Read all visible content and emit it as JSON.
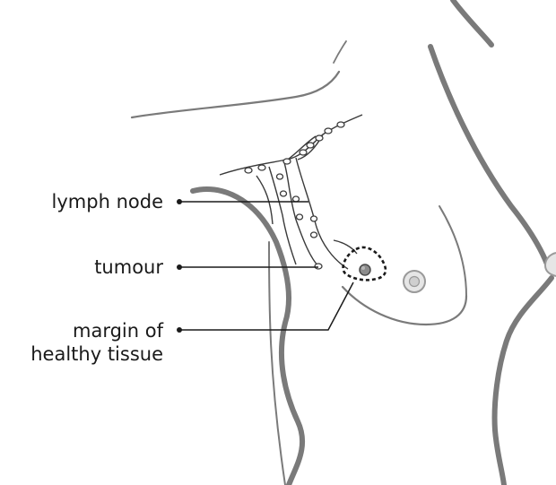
{
  "labels": {
    "lymph_node": "lymph node",
    "tumour": "tumour",
    "margin_line1": "margin of",
    "margin_line2": "healthy tissue"
  },
  "colors": {
    "body_outline": "#7a7a7a",
    "body_outline_light": "#a8a8a8",
    "lymph_vessel": "#3a3a3a",
    "leader_line": "#1a1a1a",
    "margin_dash": "#1a1a1a",
    "tumour_fill": "#8c8c8c",
    "nipple_outer": "#cfcfcf",
    "nipple_inner": "#e6e6e6"
  }
}
